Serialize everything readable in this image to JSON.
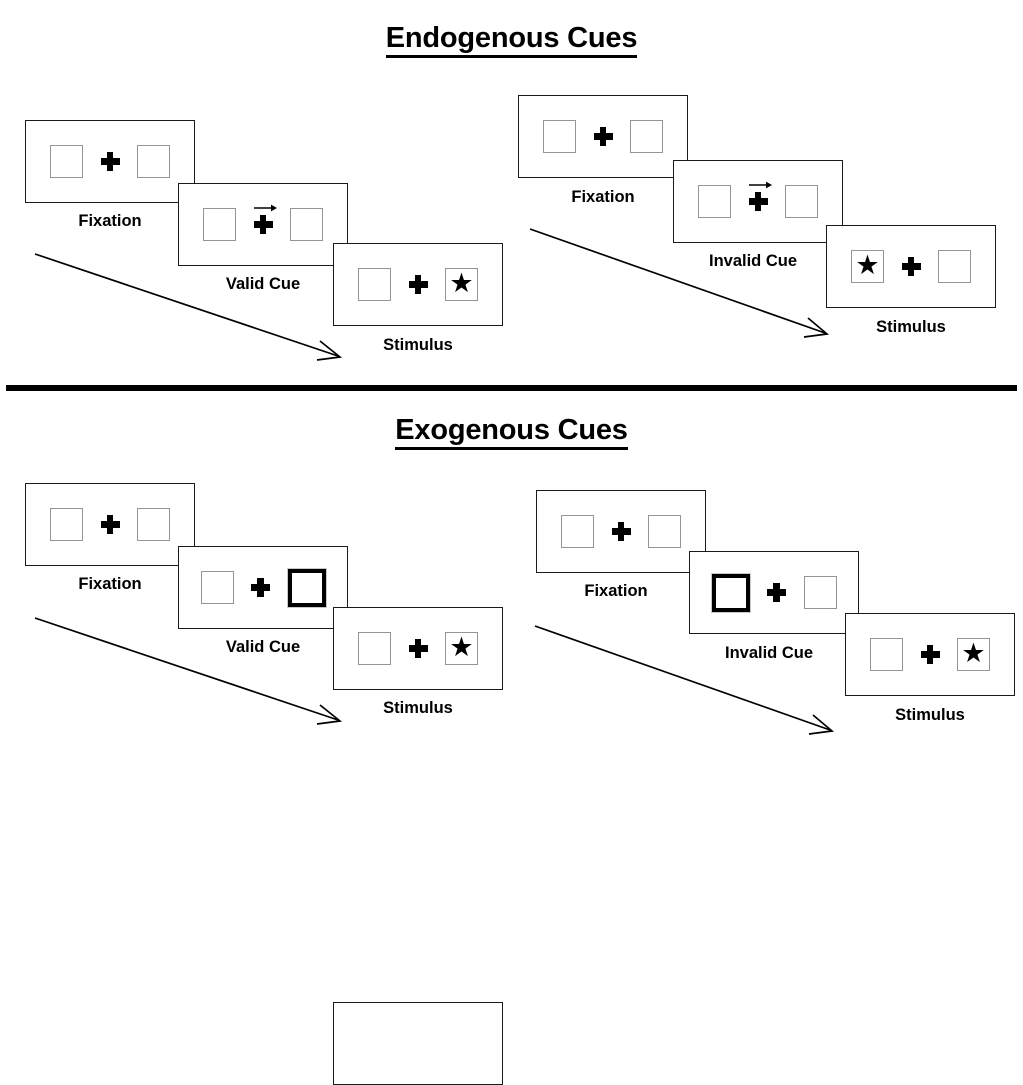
{
  "figure": {
    "type": "experimental-paradigm-diagram",
    "topic": "Posner spatial cueing task: endogenous vs exogenous attentional cues"
  },
  "sections": [
    {
      "id": "endogenous",
      "title": "Endogenous Cues",
      "sequences": [
        {
          "id": "endogenous-valid",
          "cue_type": "endogenous",
          "validity": "valid",
          "panels": [
            {
              "label": "Fixation",
              "left_box": "empty",
              "right_box": "empty",
              "center": "fixation-cross",
              "cue": "none"
            },
            {
              "label": "Valid Cue",
              "left_box": "empty",
              "right_box": "empty",
              "center": "fixation-cross",
              "cue": "arrow-right"
            },
            {
              "label": "Stimulus",
              "left_box": "empty",
              "right_box": "star",
              "center": "fixation-cross",
              "cue": "none"
            }
          ]
        },
        {
          "id": "endogenous-invalid",
          "cue_type": "endogenous",
          "validity": "invalid",
          "panels": [
            {
              "label": "Fixation",
              "left_box": "empty",
              "right_box": "empty",
              "center": "fixation-cross",
              "cue": "none"
            },
            {
              "label": "Invalid Cue",
              "left_box": "empty",
              "right_box": "empty",
              "center": "fixation-cross",
              "cue": "arrow-right"
            },
            {
              "label": "Stimulus",
              "left_box": "star",
              "right_box": "empty",
              "center": "fixation-cross",
              "cue": "none"
            }
          ]
        }
      ]
    },
    {
      "id": "exogenous",
      "title": "Exogenous Cues",
      "sequences": [
        {
          "id": "exogenous-valid",
          "cue_type": "exogenous",
          "validity": "valid",
          "panels": [
            {
              "label": "Fixation",
              "left_box": "empty",
              "right_box": "empty",
              "center": "fixation-cross",
              "cue": "none"
            },
            {
              "label": "Valid Cue",
              "left_box": "empty",
              "right_box": "highlighted",
              "center": "fixation-cross",
              "cue": "peripheral-right"
            },
            {
              "label": "Stimulus",
              "left_box": "empty",
              "right_box": "star",
              "center": "fixation-cross",
              "cue": "none"
            }
          ]
        },
        {
          "id": "exogenous-invalid",
          "cue_type": "exogenous",
          "validity": "invalid",
          "panels": [
            {
              "label": "Fixation",
              "left_box": "empty",
              "right_box": "empty",
              "center": "fixation-cross",
              "cue": "none"
            },
            {
              "label": "Invalid Cue",
              "left_box": "highlighted",
              "right_box": "empty",
              "center": "fixation-cross",
              "cue": "peripheral-left"
            },
            {
              "label": "Stimulus",
              "left_box": "empty",
              "right_box": "star",
              "center": "fixation-cross",
              "cue": "none"
            }
          ]
        }
      ]
    }
  ],
  "glyphs": {
    "star": "★"
  },
  "colors": {
    "panel_border": "#1a1a1a",
    "box_border": "#959595",
    "cue_border": "#000000",
    "ink": "#000000",
    "background": "#ffffff"
  }
}
